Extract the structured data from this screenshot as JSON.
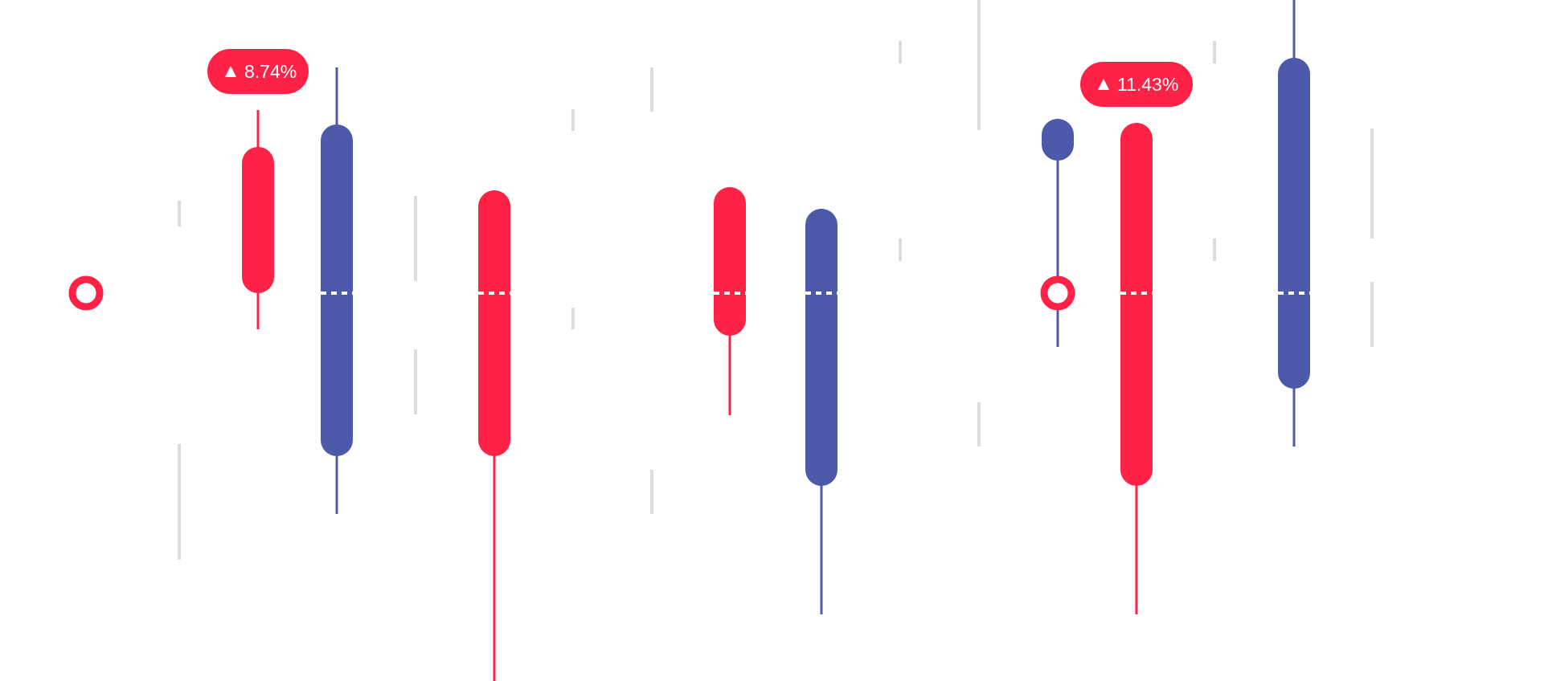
{
  "colors": {
    "up": "#ff2247",
    "down": "#4c5aa9",
    "ghost": "#dcdcdc",
    "background": "#ffffff",
    "midline_dash": "#ffffff",
    "badge_text": "#ffffff"
  },
  "chart_data": {
    "type": "candlestick",
    "y_scale": "inverted",
    "ylim": [
      0,
      848
    ],
    "reference_level": 365,
    "candles": [
      {
        "direction": "up",
        "open": 365,
        "close": 183,
        "high": 137,
        "low": 410
      },
      {
        "direction": "down",
        "open": 155,
        "close": 568,
        "high": 84,
        "low": 640
      },
      {
        "direction": "up",
        "open": 568,
        "close": 237,
        "high": 237,
        "low": 848
      },
      {
        "direction": "up",
        "open": 418,
        "close": 233,
        "high": 233,
        "low": 517
      },
      {
        "direction": "down",
        "open": 260,
        "close": 605,
        "high": 260,
        "low": 765
      },
      {
        "direction": "down",
        "open": 148,
        "close": 200,
        "high": 148,
        "low": 432
      },
      {
        "direction": "up",
        "open": 605,
        "close": 153,
        "high": 153,
        "low": 765
      },
      {
        "direction": "down",
        "open": 72,
        "close": 484,
        "high": 0,
        "low": 556
      }
    ],
    "ghost_segments": [
      {
        "from": 250,
        "to": 282
      },
      {
        "from": 553,
        "to": 697
      },
      {
        "from": 244,
        "to": 350
      },
      {
        "from": 435,
        "to": 516
      },
      {
        "from": 136,
        "to": 163
      },
      {
        "from": 383,
        "to": 410
      },
      {
        "from": 84,
        "to": 139
      },
      {
        "from": 585,
        "to": 640
      },
      {
        "from": 51,
        "to": 79
      },
      {
        "from": 297,
        "to": 325
      },
      {
        "from": 0,
        "to": 162
      },
      {
        "from": 501,
        "to": 556
      },
      {
        "from": 51,
        "to": 79
      },
      {
        "from": 297,
        "to": 325
      },
      {
        "from": 160,
        "to": 297
      },
      {
        "from": 351,
        "to": 432
      }
    ],
    "markers": [
      {
        "kind": "ring",
        "at": 365
      },
      {
        "kind": "ring",
        "at": 365,
        "on_candle": 5
      }
    ],
    "annotations": [
      {
        "text": "8.74%",
        "candle": 0,
        "direction": "up"
      },
      {
        "text": "11.43%",
        "candle": 6,
        "direction": "up"
      }
    ]
  }
}
